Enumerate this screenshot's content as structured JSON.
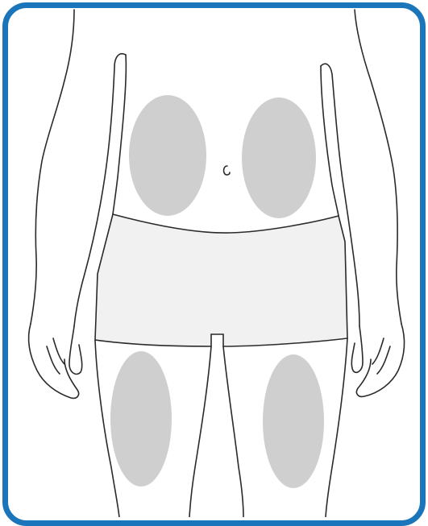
{
  "figure": {
    "subject": "front-view-lower-torso-and-thighs",
    "frame_color": "#1b75bb",
    "line_color": "#2a2a2a",
    "underwear_fill": "#f1f1f1",
    "injection_site_fill": "#cfcfcf",
    "injection_sites": [
      {
        "name": "abdomen-left"
      },
      {
        "name": "abdomen-right"
      },
      {
        "name": "thigh-left"
      },
      {
        "name": "thigh-right"
      }
    ]
  }
}
